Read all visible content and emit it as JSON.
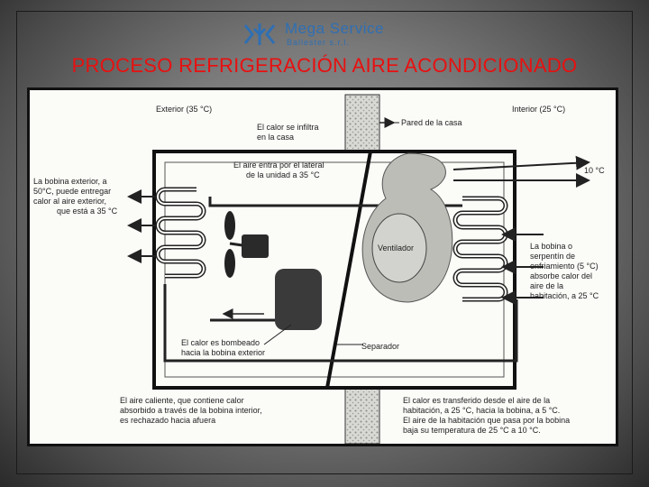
{
  "header": {
    "logo_name": "Mega Service",
    "logo_sub": "Ballester s.r.l.",
    "title": "PROCESO REFRIGERACIÓN AIRE ACONDICIONADO"
  },
  "diagram": {
    "exterior": "Exterior (35 °C)",
    "interior": "Interior (25 °C)",
    "pared_casa": "Pared de la casa",
    "calor_infiltra": [
      "El calor se infiltra",
      "en la casa"
    ],
    "aire_entra": [
      "El aire entra por el lateral",
      "de la unidad a 35 °C"
    ],
    "bobina_exterior": [
      "La bobina exterior, a",
      "50°C, puede entregar",
      "calor al aire exterior,",
      "que está a 35 °C"
    ],
    "temp_10": "10 °C",
    "bobina_interior": [
      "La bobina o",
      "serpentín de",
      "enfriamiento (5 °C)",
      "absorbe calor del",
      "aire de la",
      "habitación, a 25 °C"
    ],
    "ventilador": "Ventilador",
    "calor_bombeado": [
      "El calor es bombeado",
      "hacia la bobina exterior"
    ],
    "separador": "Separador",
    "aire_caliente": [
      "El aire caliente, que contiene calor",
      "absorbido a través de la bobina interior,",
      "es rechazado hacia afuera"
    ],
    "calor_transferido": [
      "El calor es transferido desde el aire de la",
      "habitación, a 25 °C, hacia la bobina, a 5 °C.",
      "El aire de la habitación que pasa por la bobina",
      "baja su temperatura de 25 °C a 10 °C."
    ]
  },
  "colors": {
    "title": "#e81010",
    "logo": "#2f6fb3"
  }
}
